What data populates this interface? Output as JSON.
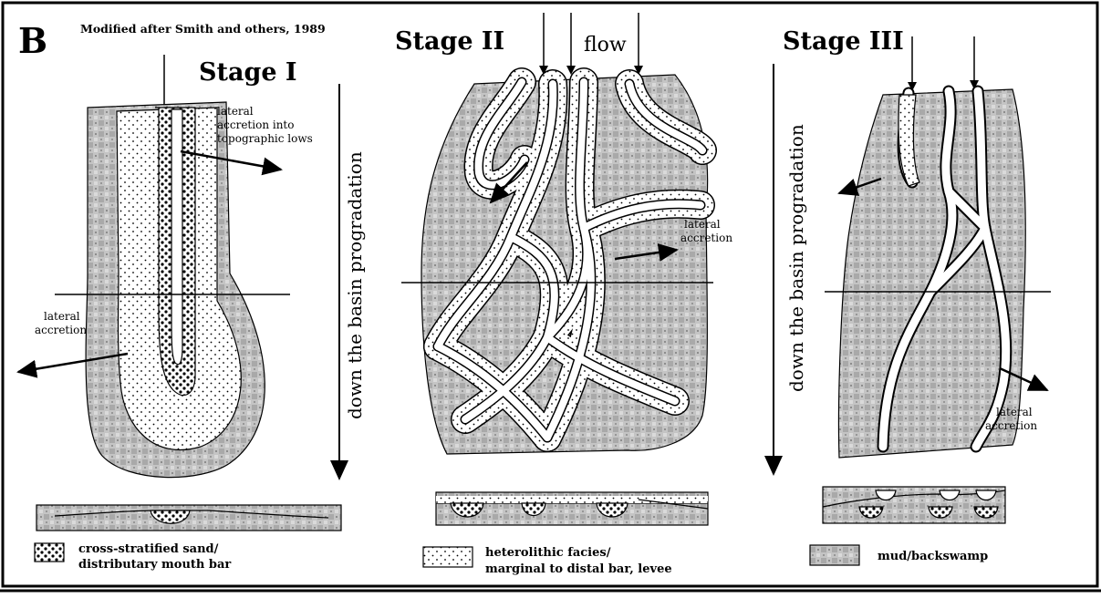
{
  "panel_label": "B",
  "credit": "Modified after  Smith and  others, 1989",
  "stages": {
    "stage1": {
      "title": "Stage I",
      "annotations": {
        "lateral_into_lows": [
          "lateral",
          "accretion into",
          "topographic lows"
        ],
        "lateral_left": [
          "lateral",
          "accretion"
        ]
      },
      "axis_label": "down the basin progradation"
    },
    "stage2": {
      "title": "Stage II",
      "flow_label": "flow",
      "annotations": {
        "lateral_right": [
          "lateral",
          "accretion"
        ]
      }
    },
    "stage3": {
      "title": "Stage III",
      "axis_label": "down the basin progradation",
      "annotations": {
        "lateral_right": [
          "lateral",
          "accretion"
        ]
      }
    }
  },
  "legend": [
    {
      "lines": [
        "cross-stratified sand/",
        "distributary mouth bar"
      ],
      "pattern": "coarse-dotted"
    },
    {
      "lines": [
        "heterolithic facies/",
        "marginal to distal bar, levee"
      ],
      "pattern": "fine-dotted"
    },
    {
      "lines": [
        "mud/backswamp"
      ],
      "pattern": "mud-stipple"
    }
  ],
  "colors": {
    "mud": "#bdbdbd",
    "sand": "#ffffff",
    "ink": "#000000"
  }
}
